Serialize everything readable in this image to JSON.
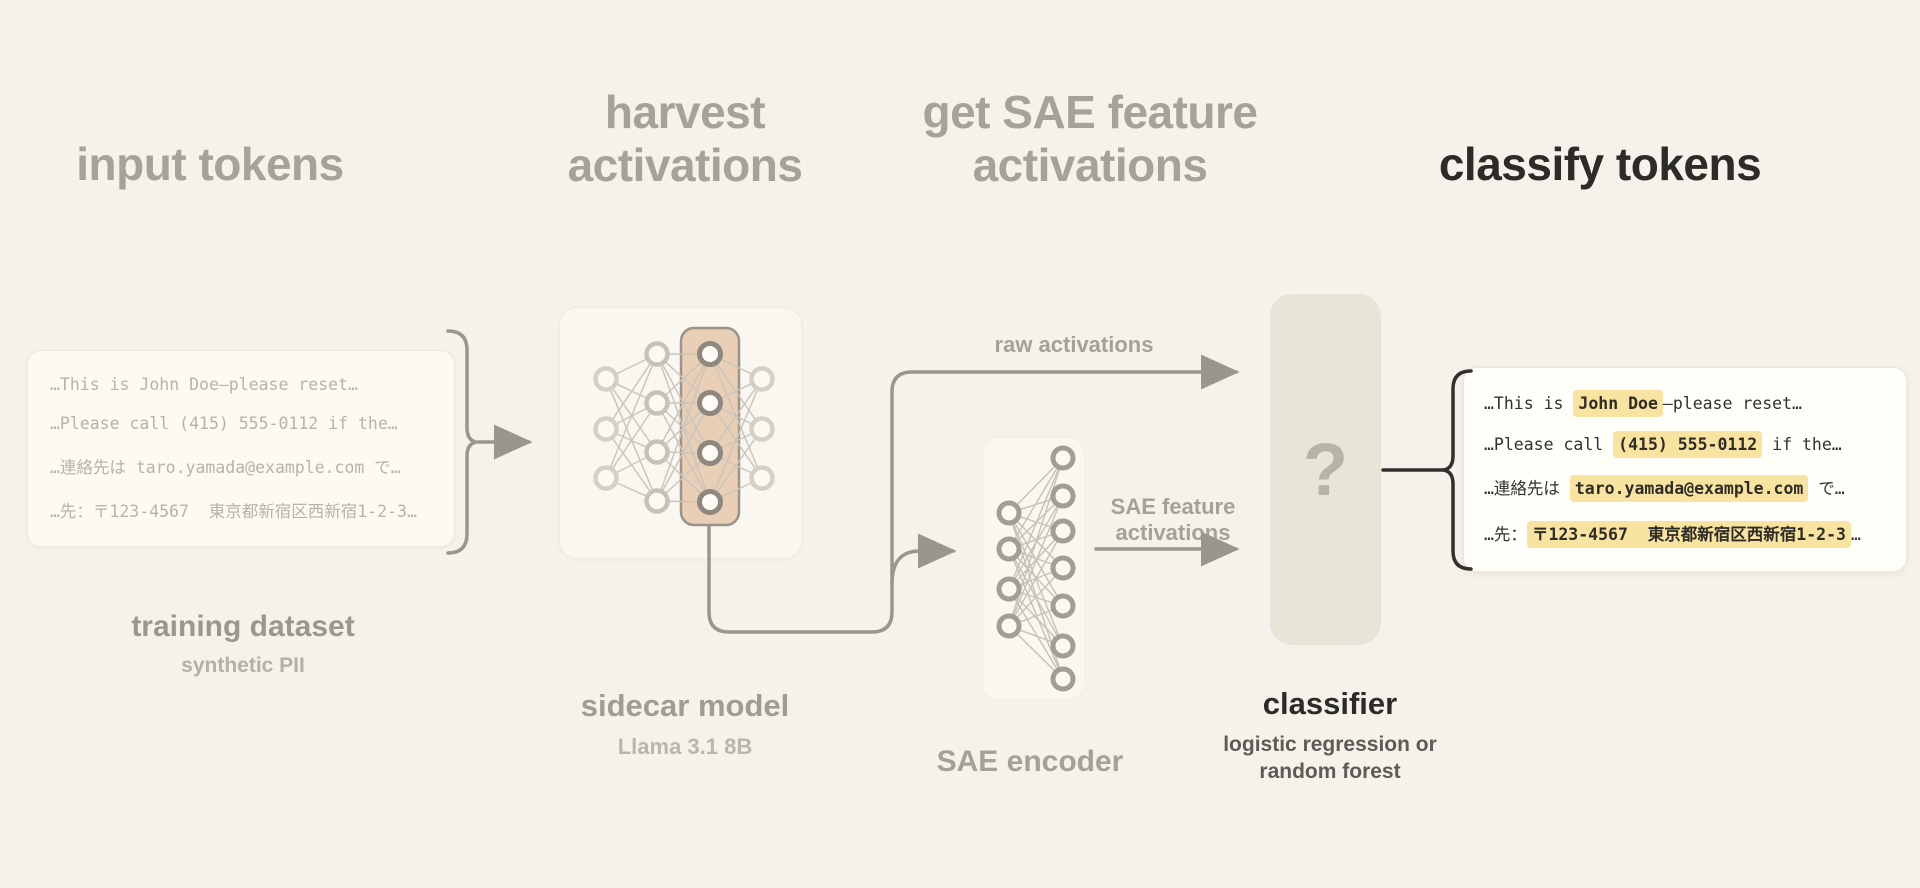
{
  "stages": {
    "input": {
      "title": "input tokens"
    },
    "harvest": {
      "title": "harvest\nactivations"
    },
    "get_sae": {
      "title": "get SAE feature\nactivations"
    },
    "classify": {
      "title": "classify tokens"
    }
  },
  "input_box": {
    "lines": [
      "…This is John Doe—please reset…",
      "…Please call (415) 555-0112 if the…",
      "…連絡先は taro.yamada@example.com で…",
      "…先：〒123-4567  東京都新宿区西新宿1-2-3…"
    ],
    "caption_title": "training dataset",
    "caption_sub": "synthetic PII"
  },
  "sidecar": {
    "caption_title": "sidecar model",
    "caption_sub": "Llama 3.1 8B"
  },
  "sae_encoder": {
    "caption": "SAE encoder"
  },
  "classifier": {
    "symbol": "?",
    "caption_title": "classifier",
    "caption_sub": "logistic regression or\nrandom forest"
  },
  "flow_labels": {
    "raw": "raw activations",
    "sae_features": "SAE feature\nactivations"
  },
  "output_box": {
    "lines": [
      {
        "pre": "…This is ",
        "highlight": "John Doe",
        "post": "—please reset…"
      },
      {
        "pre": "…Please call ",
        "highlight": "(415) 555-0112",
        "post": " if the…"
      },
      {
        "pre": "…連絡先は ",
        "highlight": "taro.yamada@example.com",
        "post": " で…"
      },
      {
        "pre": "…先：",
        "highlight": "〒123-4567  東京都新宿区西新宿1-2-3",
        "post": "…"
      }
    ]
  },
  "colors": {
    "background": "#f4f2ea",
    "muted_text": "#a6a29a",
    "dark_text": "#2d2b26",
    "highlight_yellow": "#f8e4a0",
    "accent_tan": "#e9cfb6",
    "classifier_fill": "#e7e5d8",
    "connector_gray": "#9b968d"
  }
}
